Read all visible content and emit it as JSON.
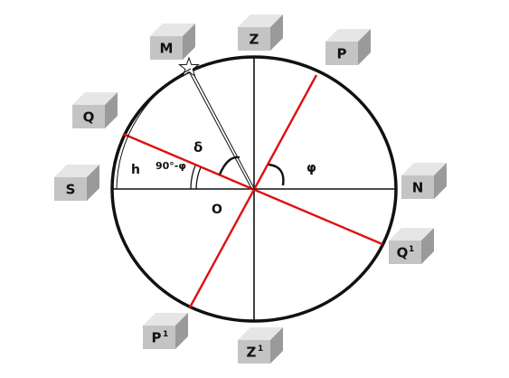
{
  "diagram": {
    "boxes": [
      {
        "id": "Z",
        "label": "Z",
        "sup": ""
      },
      {
        "id": "M",
        "label": "M",
        "sup": ""
      },
      {
        "id": "P",
        "label": "P",
        "sup": ""
      },
      {
        "id": "Q",
        "label": "Q",
        "sup": ""
      },
      {
        "id": "S",
        "label": "S",
        "sup": ""
      },
      {
        "id": "N",
        "label": "N",
        "sup": ""
      },
      {
        "id": "Q1",
        "label": "Q",
        "sup": "1"
      },
      {
        "id": "P1",
        "label": "P",
        "sup": "1"
      },
      {
        "id": "Z1",
        "label": "Z",
        "sup": "1"
      }
    ],
    "annotations": {
      "center": "O",
      "altitude": "h",
      "colatitude": "90°-φ",
      "declination": "δ",
      "latitude": "φ"
    },
    "colors": {
      "circle": "#111111",
      "axis_lines": "#111111",
      "red_lines": "#e01010",
      "box_front": "#c4c4c4",
      "box_top": "#e6e6e6",
      "box_side": "#9a9a9a"
    },
    "icons": {
      "star": "star-icon"
    }
  }
}
